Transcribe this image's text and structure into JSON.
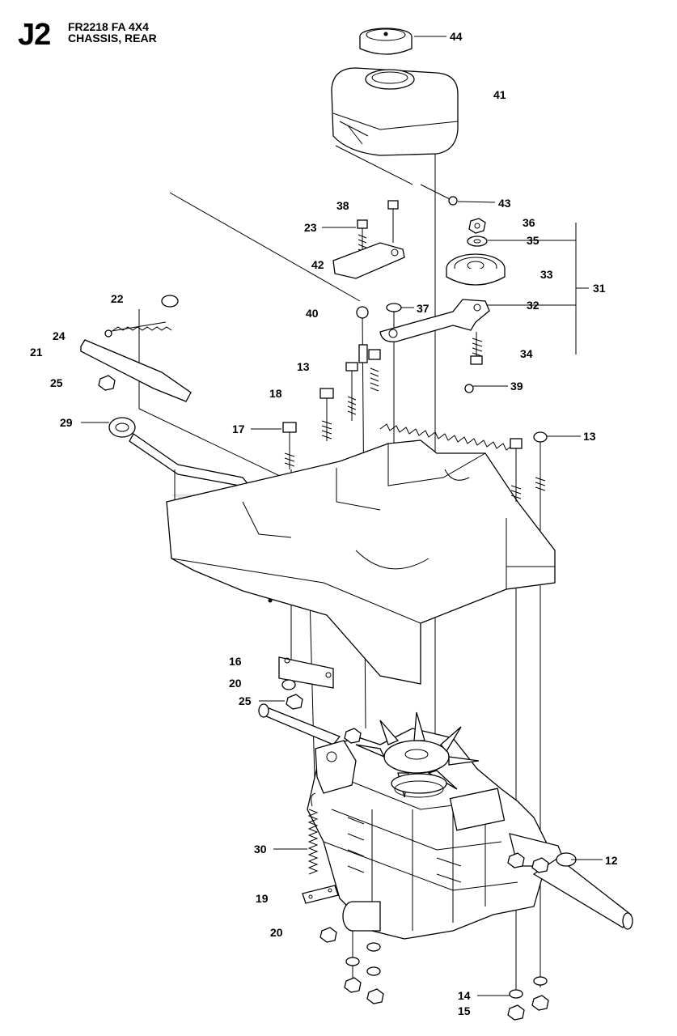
{
  "header": {
    "code": "J2",
    "model": "FR2218 FA 4X4",
    "section": "CHASSIS, REAR"
  },
  "watermark": "PartsTree",
  "callouts": {
    "c44": "44",
    "c41": "41",
    "c43": "43",
    "c38": "38",
    "c23": "23",
    "c36": "36",
    "c35": "35",
    "c42": "42",
    "c33": "33",
    "c31": "31",
    "c37": "37",
    "c32": "32",
    "c40": "40",
    "c22": "22",
    "c24": "24",
    "c21": "21",
    "c34": "34",
    "c13a": "13",
    "c18": "18",
    "c25a": "25",
    "c39": "39",
    "c29": "29",
    "c17": "17",
    "c13b": "13",
    "c16": "16",
    "c20a": "20",
    "c25b": "25",
    "c12": "12",
    "c30": "30",
    "c19": "19",
    "c20b": "20",
    "c14": "14",
    "c15": "15"
  },
  "colors": {
    "ink": "#000000",
    "paper": "#ffffff",
    "watermark": "#cfcfcf"
  }
}
